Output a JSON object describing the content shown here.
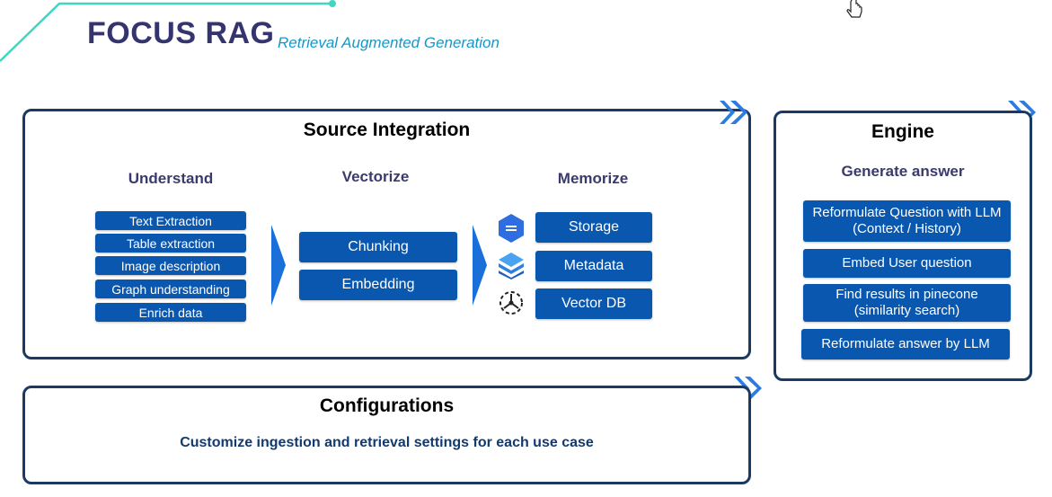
{
  "header": {
    "title": "FOCUS RAG",
    "subtitle": "Retrieval Augmented Generation"
  },
  "source_integration": {
    "title": "Source Integration",
    "columns": [
      {
        "heading": "Understand",
        "items": [
          "Text Extraction",
          "Table extraction",
          "Image description",
          "Graph understanding",
          "Enrich data"
        ]
      },
      {
        "heading": "Vectorize",
        "items": [
          "Chunking",
          "Embedding"
        ]
      },
      {
        "heading": "Memorize",
        "items": [
          "Storage",
          "Metadata",
          "Vector DB"
        ]
      }
    ]
  },
  "engine": {
    "title": "Engine",
    "subtitle": "Generate answer",
    "steps": [
      "Reformulate Question with LLM  (Context / History)",
      "Embed User question",
      "Find results in pinecone (similarity search)",
      "Reformulate answer by LLM"
    ]
  },
  "configurations": {
    "title": "Configurations",
    "description": "Customize ingestion and retrieval settings for each use case"
  },
  "icons": {
    "storage": "storage-hexagon-icon",
    "metadata": "stacked-layers-icon",
    "vector_db": "network-cluster-icon",
    "panel_arrows": "double-chevron-icon"
  },
  "colors": {
    "panel_border": "#1a3a64",
    "box_fill": "#0a57b0",
    "title": "#34346e",
    "subtitle": "#1597c9",
    "accent_teal": "#3fd6c4",
    "chevron": "#2b7be0"
  }
}
